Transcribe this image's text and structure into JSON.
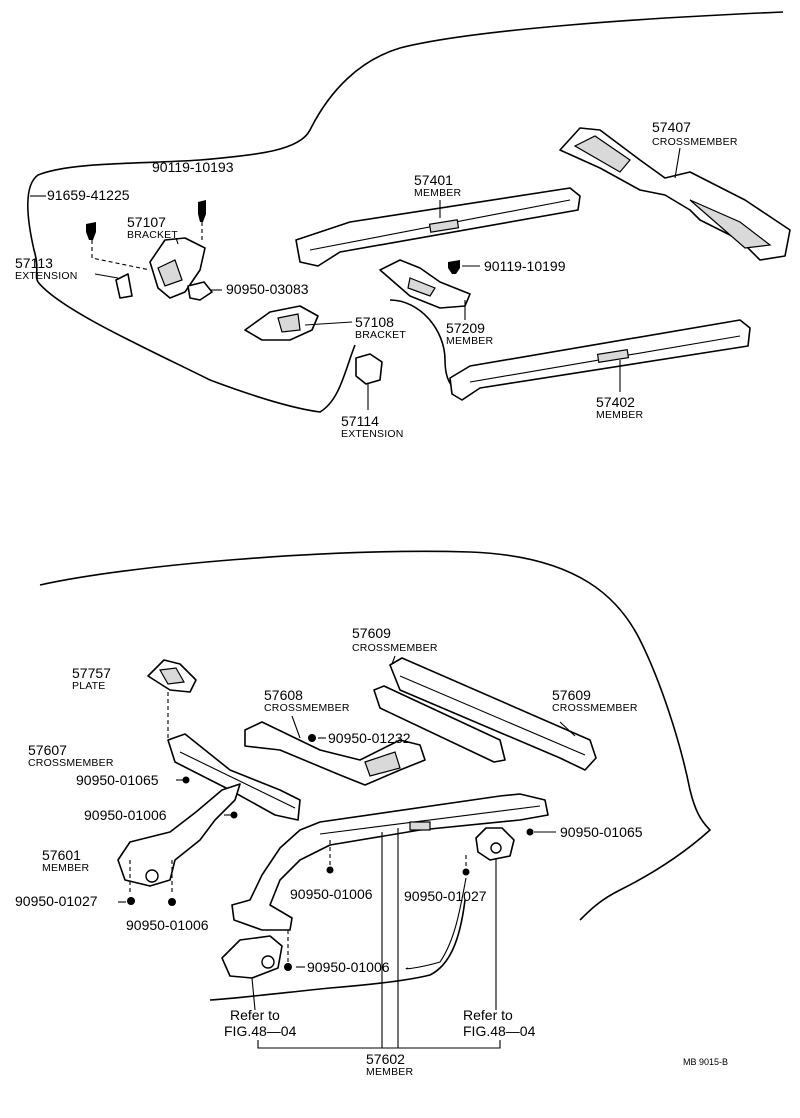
{
  "top_section": {
    "labels": [
      {
        "part": "57407",
        "name": "CROSSMEMBER"
      },
      {
        "part": "57401",
        "name": "MEMBER"
      },
      {
        "part": "90119-10193",
        "name": ""
      },
      {
        "part": "91659-41225",
        "name": ""
      },
      {
        "part": "57107",
        "name": "BRACKET"
      },
      {
        "part": "57113",
        "name": "EXTENSION"
      },
      {
        "part": "90950-03083",
        "name": ""
      },
      {
        "part": "90119-10199",
        "name": ""
      },
      {
        "part": "57108",
        "name": "BRACKET"
      },
      {
        "part": "57209",
        "name": "MEMBER"
      },
      {
        "part": "57402",
        "name": "MEMBER"
      },
      {
        "part": "57114",
        "name": "EXTENSION"
      }
    ]
  },
  "bottom_section": {
    "labels": [
      {
        "part": "57609",
        "name": "CROSSMEMBER"
      },
      {
        "part": "57757",
        "name": "PLATE"
      },
      {
        "part": "57608",
        "name": "CROSSMEMBER"
      },
      {
        "part": "57609",
        "name": "CROSSMEMBER"
      },
      {
        "part": "90950-01232",
        "name": ""
      },
      {
        "part": "57607",
        "name": "CROSSMEMBER"
      },
      {
        "part": "90950-01065",
        "name": ""
      },
      {
        "part": "90950-01006",
        "name": ""
      },
      {
        "part": "90950-01065",
        "name": ""
      },
      {
        "part": "57601",
        "name": "MEMBER"
      },
      {
        "part": "90950-01006",
        "name": ""
      },
      {
        "part": "90950-01027",
        "name": ""
      },
      {
        "part": "90950-01027",
        "name": ""
      },
      {
        "part": "90950-01006",
        "name": ""
      },
      {
        "part": "90950-01006",
        "name": ""
      },
      {
        "part": "57602",
        "name": "MEMBER"
      }
    ],
    "references": [
      {
        "line1": "Refer to",
        "line2": "FIG.48—04"
      },
      {
        "line1": "Refer to",
        "line2": "FIG.48—04"
      }
    ]
  },
  "footer_code": "MB 9015-B"
}
